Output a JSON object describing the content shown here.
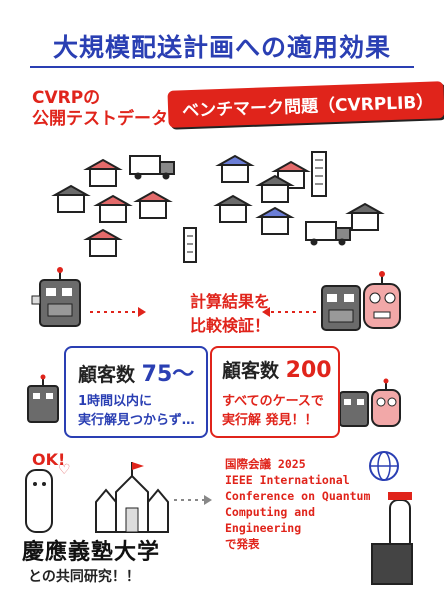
{
  "title": "大規模配送計画への適用効果",
  "subtitle_line1": "CVRPの",
  "subtitle_line2": "公開テストデータ",
  "benchmark_label": "ベンチマーク問題（CVRPLIB）",
  "verify_line1": "計算結果を",
  "verify_line2": "比較検証！",
  "left_box": {
    "head_prefix": "顧客数",
    "head_value": "75〜",
    "note_line1": "1時間以内に",
    "note_line2": "実行解見つからず…"
  },
  "right_box": {
    "head_prefix": "顧客数",
    "head_value": "200",
    "note_line1": "すべてのケースで",
    "note_line2": "実行解 発見！！"
  },
  "ok_text": "OK!",
  "conference": {
    "line1": "国際会議 2025",
    "line2": "IEEE International",
    "line3": "Conference on Quantum",
    "line4": "Computing and",
    "line5": "Engineering",
    "line6": "で発表"
  },
  "university": "慶應義塾大学",
  "collaboration": "との共同研究！！",
  "colors": {
    "accent_blue": "#2a3fb3",
    "accent_red": "#e0241b",
    "robot_gray": "#6b6b6b",
    "robot_pink": "#f2a8a8"
  }
}
